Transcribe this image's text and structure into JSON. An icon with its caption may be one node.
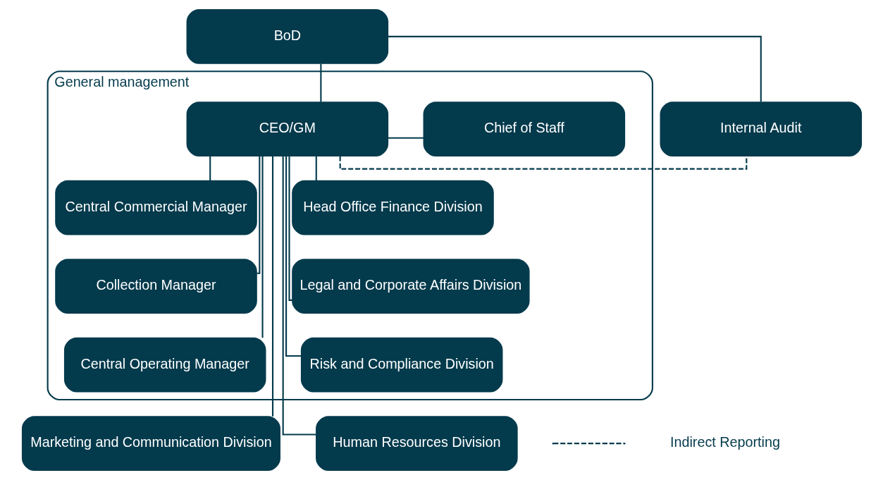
{
  "diagram": {
    "nodes": [
      {
        "text": [
          "BoD"
        ]
      },
      {
        "text": [
          "General management"
        ]
      },
      {
        "text": [
          "Chief of Staff"
        ],
        "in": 1
      },
      {
        "text": [
          "CEO/GM"
        ],
        "in": 1
      },
      {
        "text": [
          "Central Commercial Manager"
        ],
        "in": 1
      },
      {
        "text": [
          "Head Office Finance Division"
        ],
        "in": 1
      },
      {
        "text": [
          "Collection Manager"
        ],
        "in": 1
      },
      {
        "text": [
          "Legal and Corporate Affairs Division"
        ],
        "in": 1
      },
      {
        "text": [
          "Central Operating Manager"
        ],
        "in": 1
      },
      {
        "text": [
          "Risk and Compliance Division"
        ],
        "in": 1
      },
      {
        "text": [
          "Internal Audit"
        ]
      },
      {
        "text": [
          "Marketing and Communication Division"
        ]
      },
      {
        "text": [
          "Human Resources Division"
        ]
      }
    ],
    "edges": [
      {
        "from": 0,
        "to": 3,
        "arrow": "none"
      },
      {
        "from": 0,
        "to": 10,
        "arrow": "none"
      },
      {
        "from": 3,
        "to": 2,
        "arrow": "none"
      },
      {
        "from": 3,
        "to": 10,
        "arrow": "none",
        "style": "dashed"
      },
      {
        "from": 3,
        "to": 4,
        "arrow": "none"
      },
      {
        "from": 3,
        "to": 5,
        "arrow": "none"
      },
      {
        "from": 3,
        "to": 6,
        "arrow": "none"
      },
      {
        "from": 3,
        "to": 7,
        "arrow": "none"
      },
      {
        "from": 3,
        "to": 8,
        "arrow": "none"
      },
      {
        "from": 3,
        "to": 9,
        "arrow": "none"
      },
      {
        "from": 3,
        "to": 11,
        "arrow": "none"
      },
      {
        "from": 3,
        "to": 12,
        "arrow": "none"
      }
    ],
    "legend": [
      {
        "text": "Indirect Reporting"
      }
    ]
  }
}
